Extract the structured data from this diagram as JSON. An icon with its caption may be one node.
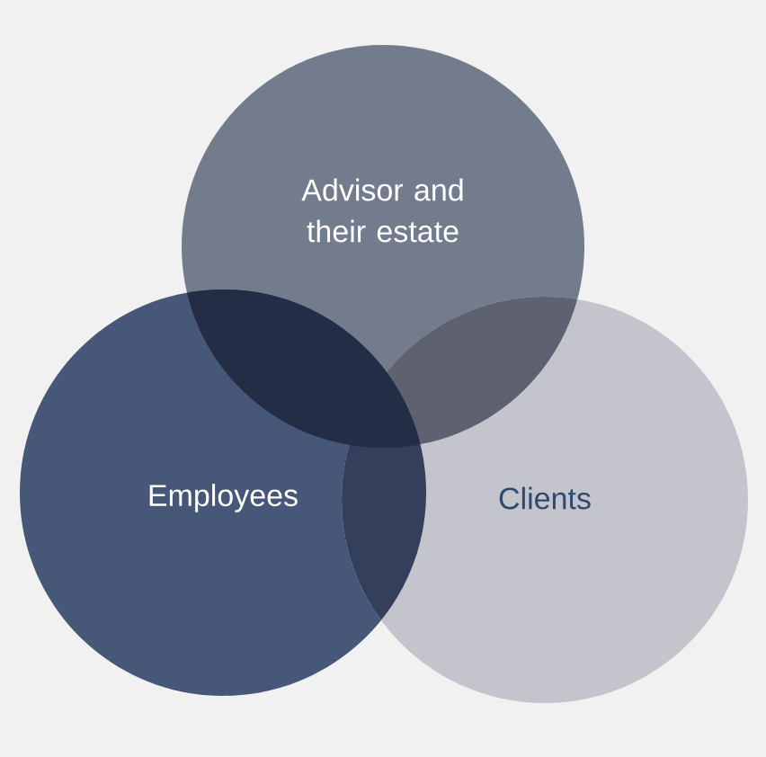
{
  "diagram": {
    "nodes": [
      {
        "text": [
          "Advisor and their estate"
        ]
      },
      {
        "text": [
          "Employees"
        ]
      },
      {
        "text": [
          "Clients"
        ]
      }
    ]
  }
}
